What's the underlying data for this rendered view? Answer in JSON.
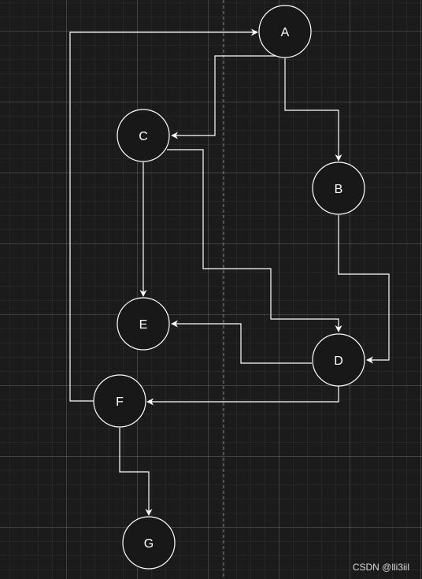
{
  "diagram": {
    "nodes": [
      {
        "id": "A",
        "label": "A"
      },
      {
        "id": "B",
        "label": "B"
      },
      {
        "id": "C",
        "label": "C"
      },
      {
        "id": "D",
        "label": "D"
      },
      {
        "id": "E",
        "label": "E"
      },
      {
        "id": "F",
        "label": "F"
      },
      {
        "id": "G",
        "label": "G"
      }
    ],
    "edges": [
      {
        "from": "A",
        "to": "C"
      },
      {
        "from": "A",
        "to": "B"
      },
      {
        "from": "B",
        "to": "D"
      },
      {
        "from": "C",
        "to": "E"
      },
      {
        "from": "C",
        "to": "D"
      },
      {
        "from": "D",
        "to": "E"
      },
      {
        "from": "D",
        "to": "F"
      },
      {
        "from": "F",
        "to": "A"
      },
      {
        "from": "F",
        "to": "G"
      }
    ]
  },
  "watermark": "CSDN @lli3iil"
}
